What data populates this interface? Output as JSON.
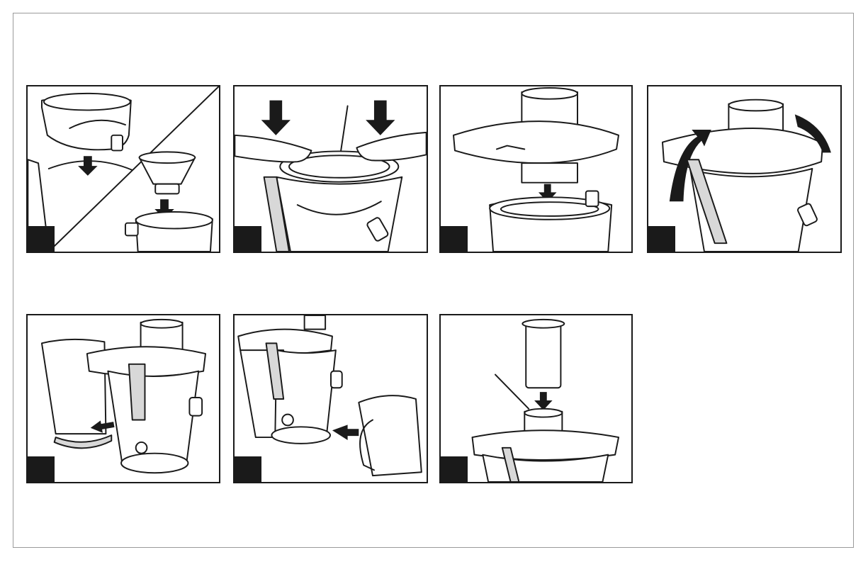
{
  "document": {
    "steps": [
      {
        "number": "",
        "icon": "illustration-fit-jug-and-pulp-container"
      },
      {
        "number": "",
        "icon": "illustration-press-filter-basket"
      },
      {
        "number": "",
        "icon": "illustration-fit-lid"
      },
      {
        "number": "",
        "icon": "illustration-lock-clamp-arm"
      },
      {
        "number": "",
        "icon": "illustration-slide-pulp-container"
      },
      {
        "number": "",
        "icon": "illustration-position-juice-jug"
      },
      {
        "number": "",
        "icon": "illustration-insert-pusher"
      }
    ],
    "colors": {
      "ink": "#1a1a1a",
      "frame": "#9a9a9a",
      "paper": "#ffffff"
    }
  }
}
